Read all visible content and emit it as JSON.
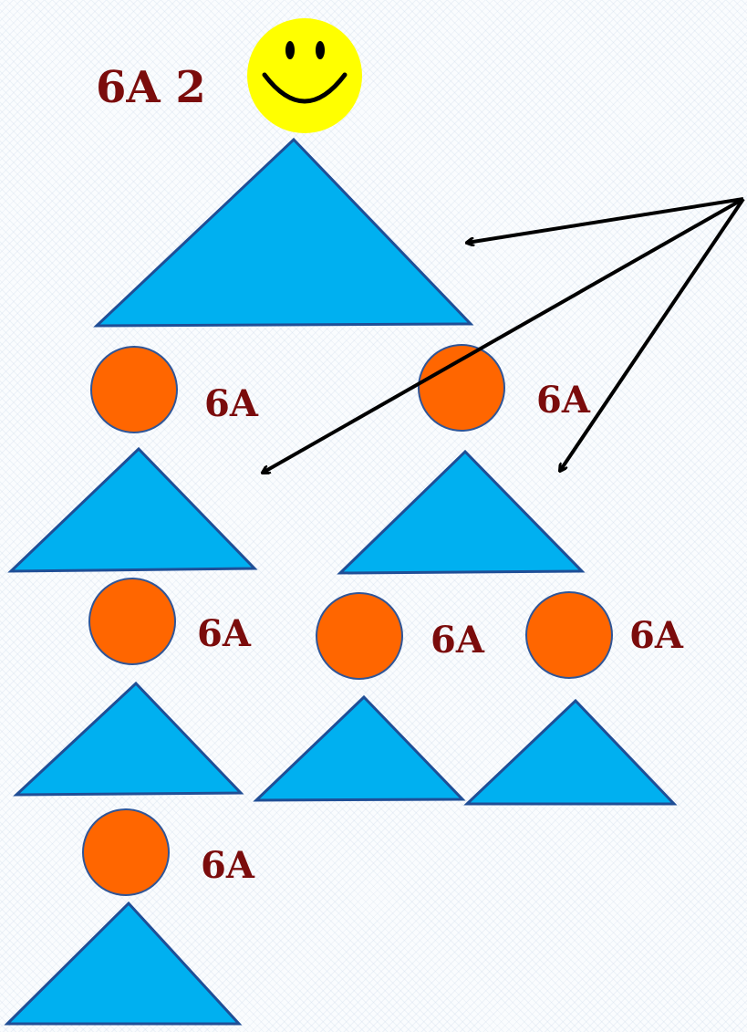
{
  "colors": {
    "triangle_fill": "#00b0f0",
    "triangle_stroke": "#1f4e96",
    "circle_fill": "#ff6600",
    "circle_stroke": "#2f5597",
    "label": "#7b0c0c",
    "smiley_fill": "#ffff00",
    "arrow": "#000000"
  },
  "icons": {
    "smiley": "smiley-face-icon"
  },
  "labels": {
    "top": "6A 2",
    "node_1": "6A",
    "node_2": "6A",
    "node_3": "6A",
    "node_4": "6A",
    "node_5": "6A",
    "node_6": "6A"
  }
}
